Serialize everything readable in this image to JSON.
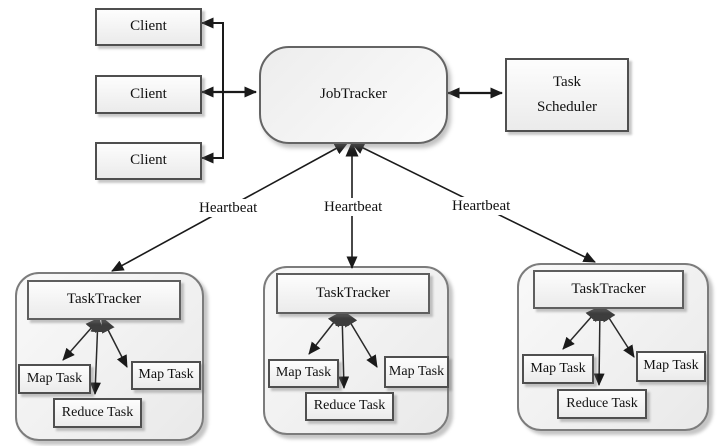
{
  "diagram": {
    "clients": [
      "Client",
      "Client",
      "Client"
    ],
    "job_tracker_label": "JobTracker",
    "task_scheduler": {
      "line1": "Task",
      "line2": "Scheduler"
    },
    "heartbeats": [
      "Heartbeat",
      "Heartbeat",
      "Heartbeat"
    ],
    "trackers": [
      {
        "label": "TaskTracker",
        "map_left": "Map Task",
        "reduce": "Reduce Task",
        "map_right": "Map Task"
      },
      {
        "label": "TaskTracker",
        "map_left": "Map Task",
        "reduce": "Reduce Task",
        "map_right": "Map Task"
      },
      {
        "label": "TaskTracker",
        "map_left": "Map Task",
        "reduce": "Reduce Task",
        "map_right": "Map Task"
      }
    ],
    "colors": {
      "line": "#1a1a1a",
      "hub_arrow": "#3d3d3d",
      "box_border": "#4f4f4f",
      "container_border": "#7c7c7c"
    }
  }
}
